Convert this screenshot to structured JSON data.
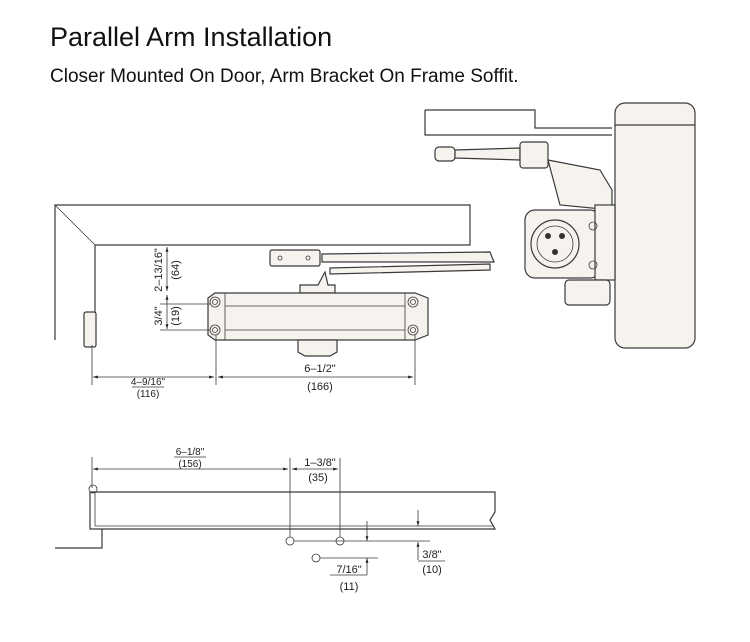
{
  "header": {
    "title": "Parallel Arm Installation",
    "subtitle": "Closer Mounted On Door, Arm Bracket On Frame Soffit."
  },
  "top_view_dimensions": {
    "bracket_height": {
      "imperial": "2–13/16\"",
      "metric": "(64)"
    },
    "hole_spacing_vertical": {
      "imperial": "3/4\"",
      "metric": "(19)"
    },
    "edge_to_hole": {
      "imperial": "4–9/16\"",
      "metric": "(116)"
    },
    "hole_spacing_horizontal": {
      "imperial": "6–1/2\"",
      "metric": "(166)"
    }
  },
  "bottom_view_dimensions": {
    "hinge_to_hole": {
      "imperial": "6–1/8\"",
      "metric": "(156)"
    },
    "hole_spacing": {
      "imperial": "1–3/8\"",
      "metric": "(35)"
    },
    "lower_hole_offset": {
      "imperial": "7/16\"",
      "metric": "(11)"
    },
    "door_edge_offset": {
      "imperial": "3/8\"",
      "metric": "(10)"
    }
  }
}
